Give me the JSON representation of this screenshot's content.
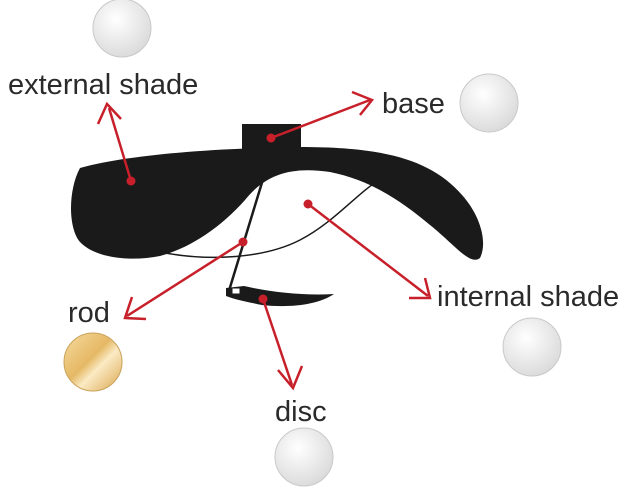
{
  "labels": {
    "external_shade": "external shade",
    "base": "base",
    "internal_shade": "internal shade",
    "rod": "rod",
    "disc": "disc"
  },
  "colors": {
    "shade": "#1a1a1a",
    "arrow": "#c8202a",
    "swatch_gray": "#e8e8e8",
    "swatch_gold": "#e8c070"
  }
}
